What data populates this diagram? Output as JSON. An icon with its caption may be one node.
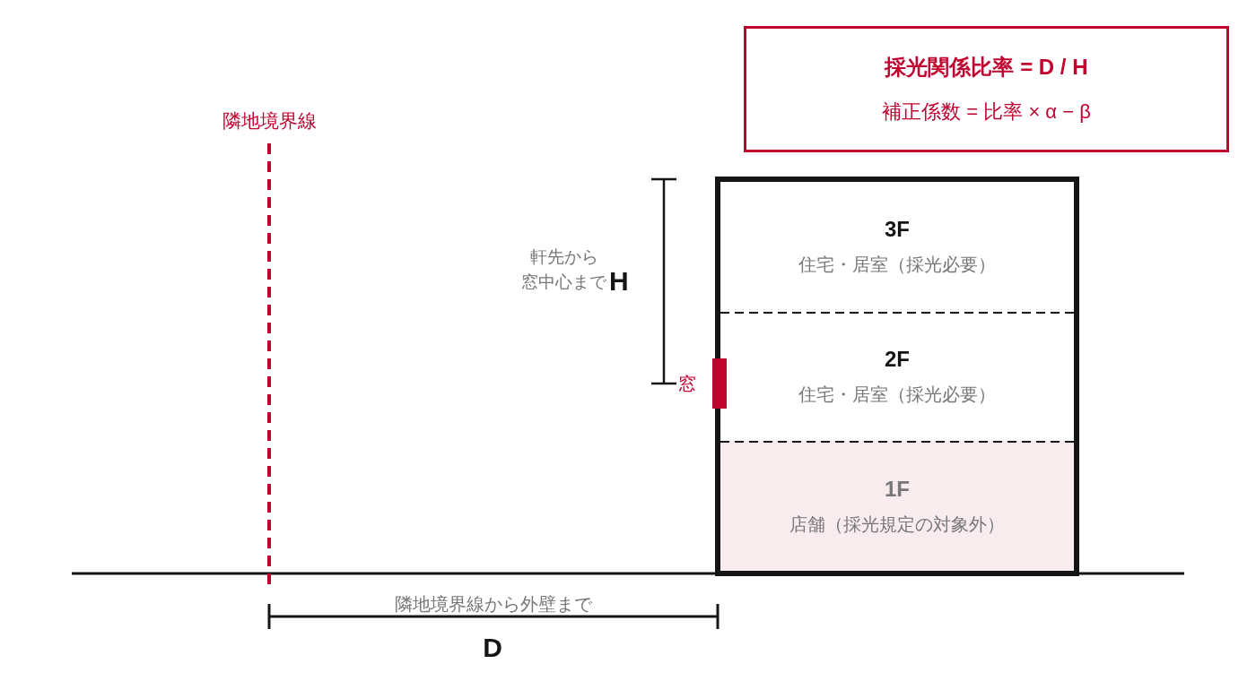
{
  "diagram": {
    "nodes": [
      {
        "text": [
          "採光関係比率 = D / H",
          "補正係数 = 比率 × α − β"
        ]
      },
      {
        "text": [],
        "shape": "box"
      },
      {
        "text": [
          "3F",
          "住宅・居室（採光必要）"
        ],
        "in": 1
      },
      {
        "text": [
          "2F",
          "住宅・居室（採光必要）"
        ],
        "in": 1
      },
      {
        "text": [
          "1F",
          "店舗（採光規定の対象外）"
        ],
        "in": 1
      }
    ],
    "labels": [
      "隣地境界線",
      "軒先から窓中心まで",
      "H",
      "窓",
      "隣地境界線から外壁まで",
      "D"
    ]
  }
}
